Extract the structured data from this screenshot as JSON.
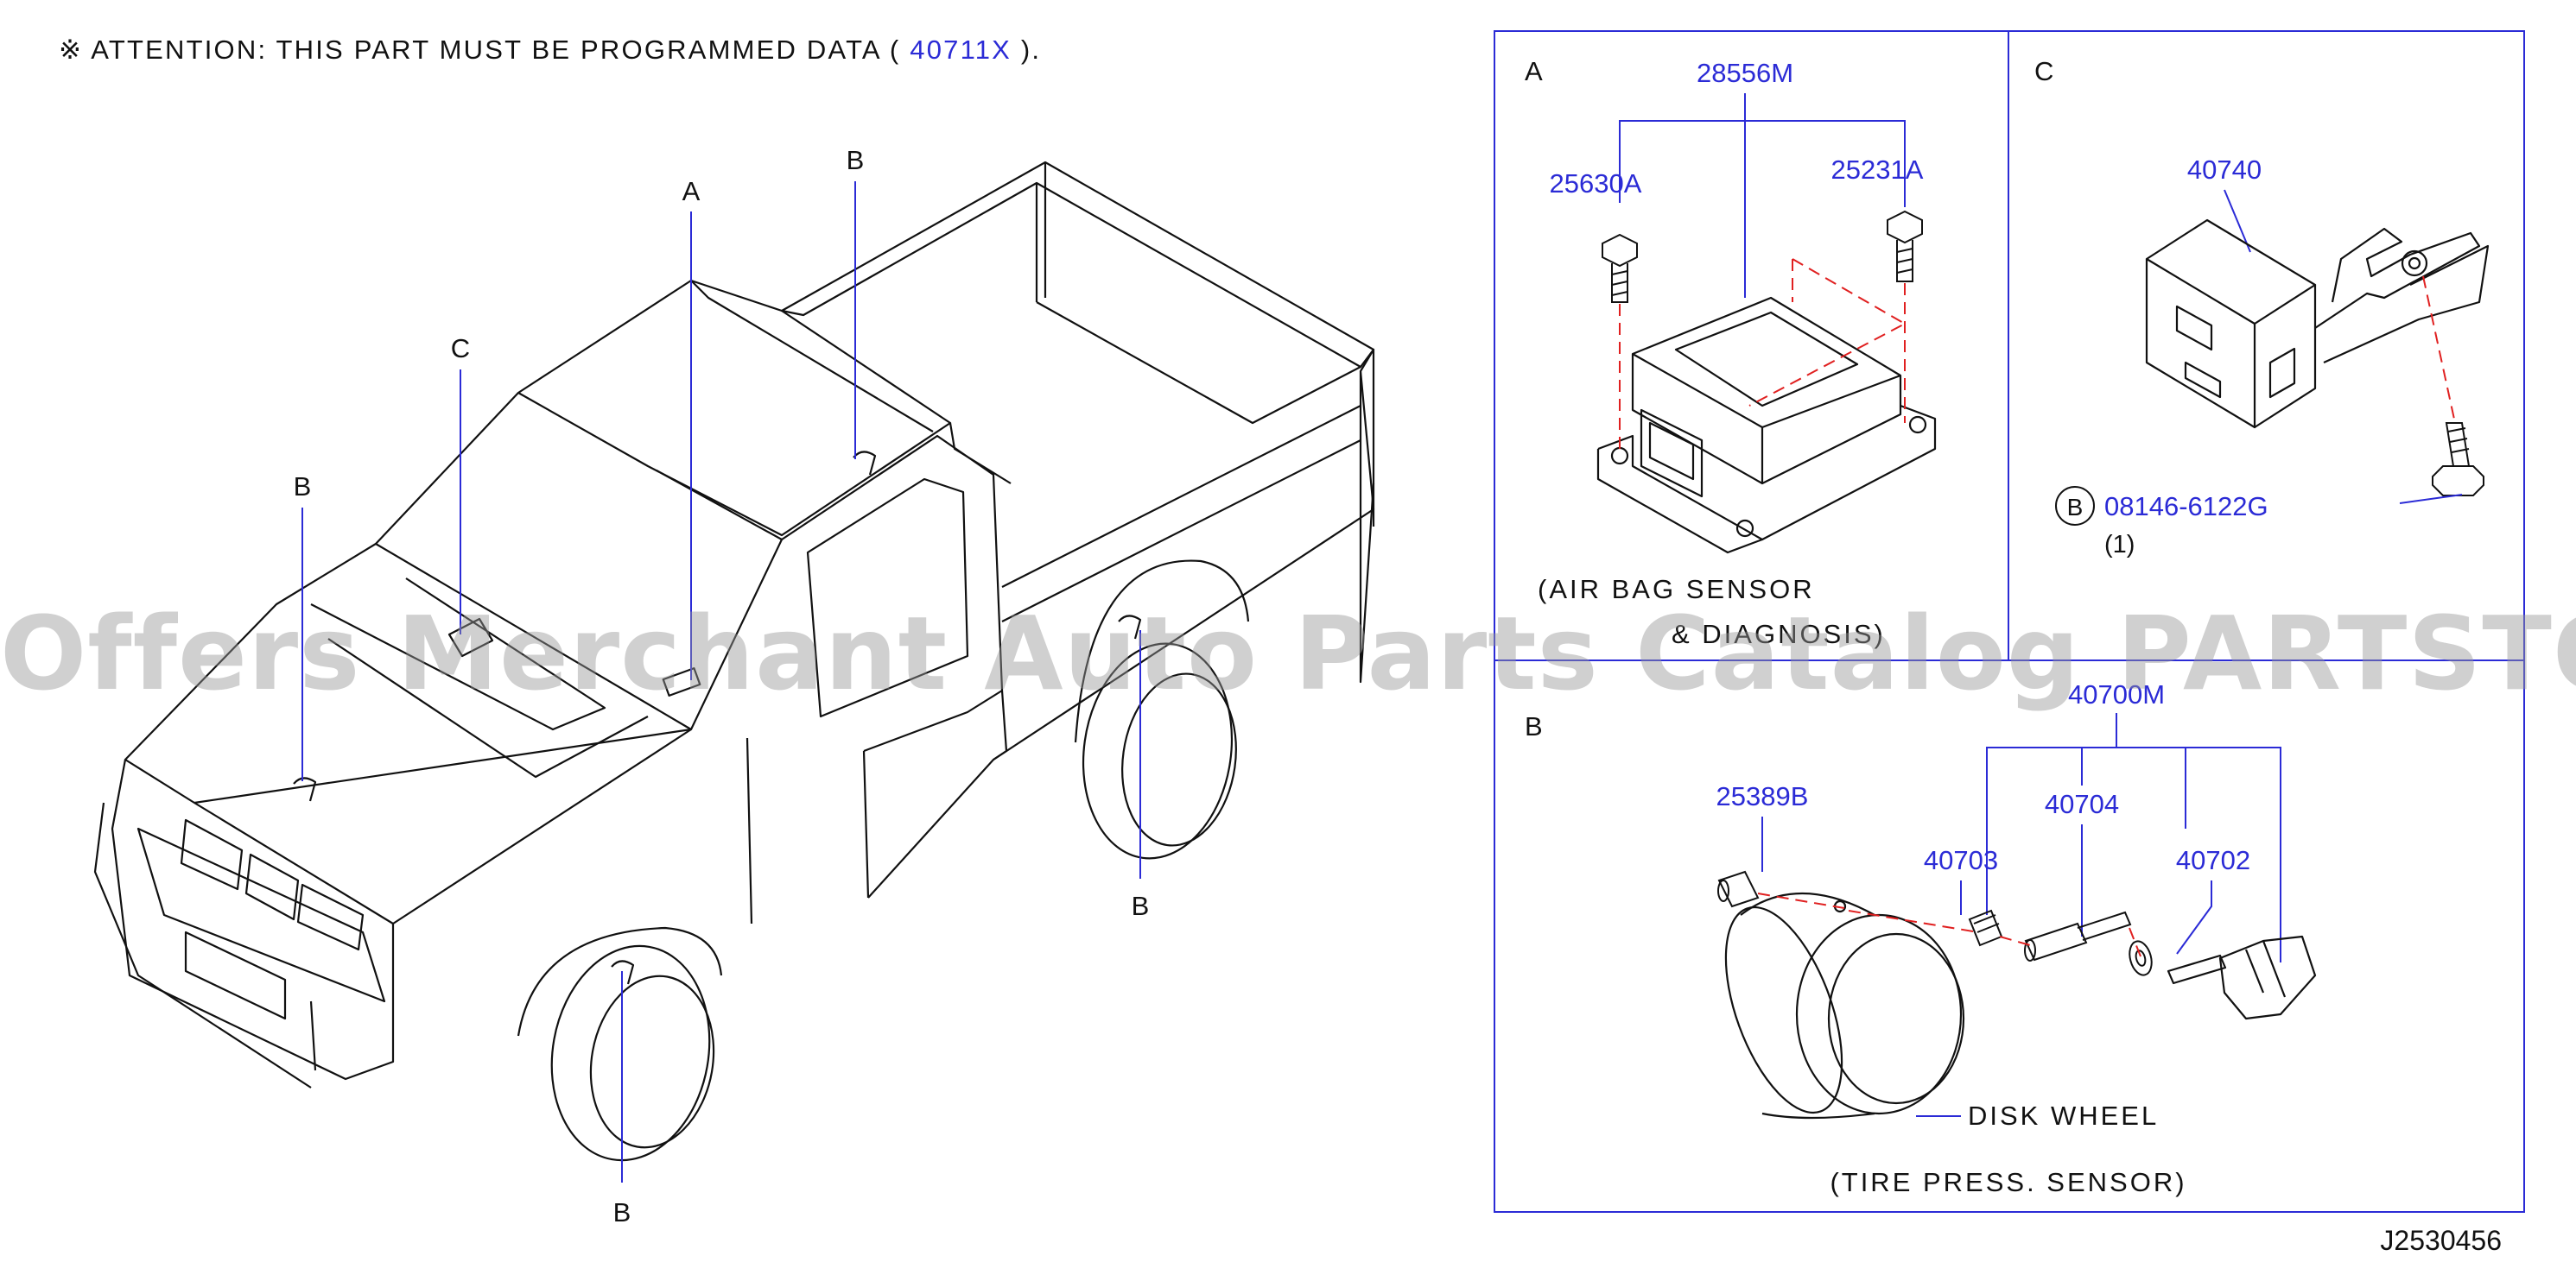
{
  "attention": {
    "prefix": "※ ATTENTION:  THIS  PART  MUST  BE  PROGRAMMED  DATA  (",
    "part": "40711X",
    "suffix": ")."
  },
  "truck_callouts": {
    "a": "A",
    "b_roof": "B",
    "c": "C",
    "b_hood": "B",
    "b_rear_wheel": "B",
    "b_front_wheel": "B"
  },
  "panel_a": {
    "letter": "A",
    "part_main": "28556M",
    "part_left": "25630A",
    "part_right": "25231A",
    "caption_1": "(AIR  BAG  SENSOR",
    "caption_2": "&  DIAGNOSIS)"
  },
  "panel_c": {
    "letter": "C",
    "part_unit": "40740",
    "circle_letter": "B",
    "part_bolt": "08146-6122G",
    "qty": "(1)"
  },
  "panel_b": {
    "letter": "B",
    "part_assy": "40700M",
    "part_cap": "25389B",
    "part_nut": "40703",
    "part_valve": "40704",
    "part_washer": "40702",
    "disk_label": "DISK  WHEEL",
    "caption": "(TIRE  PRESS.  SENSOR)"
  },
  "watermark": "Offers Merchant Auto Parts Catalog PARTSTORE.SA",
  "diagram_code": "J2530456",
  "colors": {
    "label_blue": "#2b2bd6",
    "leader_red": "#e02020",
    "line": "#111111"
  }
}
